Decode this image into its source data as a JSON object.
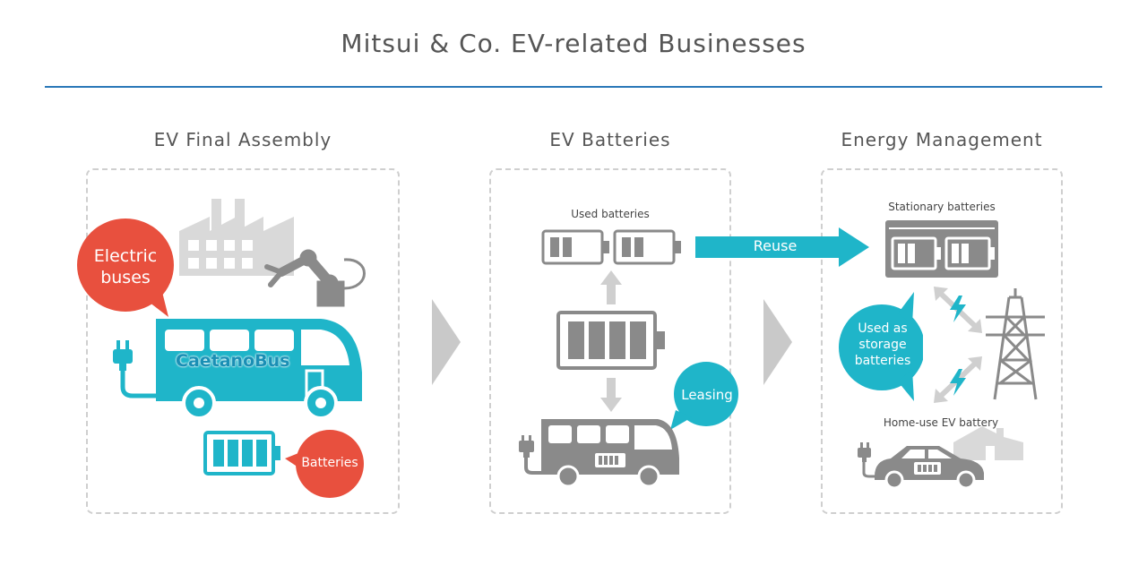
{
  "title": "Mitsui & Co. EV-related Businesses",
  "colors": {
    "blue_rule": "#2a78b8",
    "teal": "#1fb5c9",
    "red": "#e8503e",
    "gray": "#8a8a8a",
    "light_gray": "#d6d6d6"
  },
  "sections": [
    {
      "title": "EV Final Assembly",
      "bubble_electric": "Electric buses",
      "bus_brand": "CaetanoBus",
      "bubble_batteries": "Batteries",
      "icons": [
        "factory-icon",
        "robot-arm-icon",
        "electric-bus-icon",
        "plug-icon",
        "battery-icon"
      ]
    },
    {
      "title": "EV Batteries",
      "used_label": "Used batteries",
      "bubble_leasing": "Leasing",
      "icons": [
        "used-battery-icon",
        "battery-icon",
        "arrow-up-icon",
        "arrow-down-icon",
        "bus-icon"
      ]
    },
    {
      "title": "Energy Management",
      "stationary_label": "Stationary batteries",
      "bubble_storage": "Used as storage batteries",
      "home_label": "Home-use EV battery",
      "icons": [
        "stationary-battery-icon",
        "power-tower-icon",
        "lightning-icon",
        "car-icon",
        "house-icon"
      ]
    }
  ],
  "reuse_label": "Reuse"
}
